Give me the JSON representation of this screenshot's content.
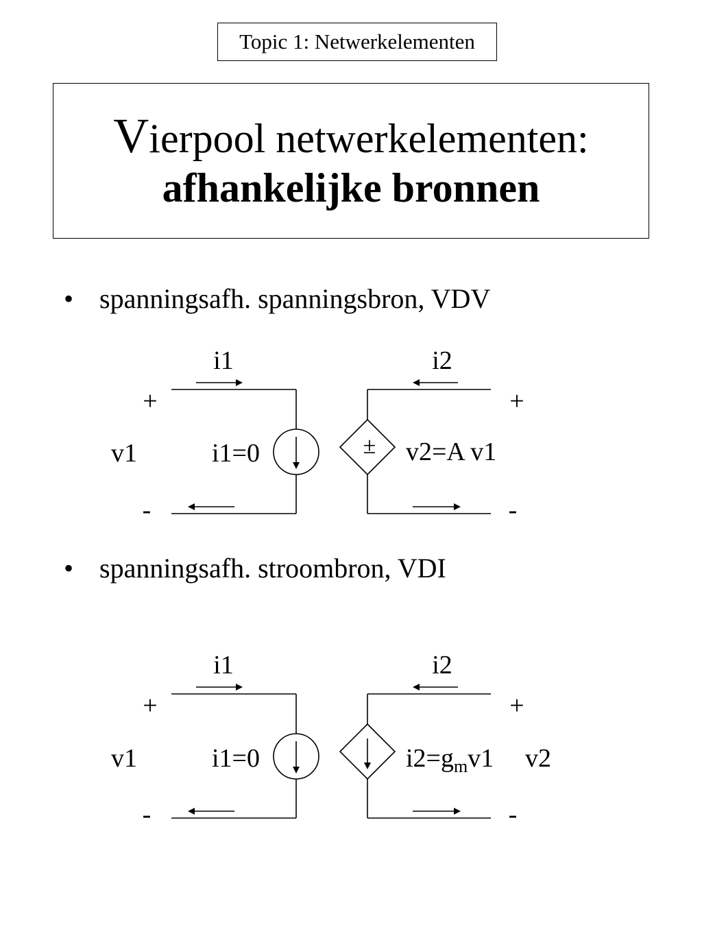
{
  "topic": "Topic 1: Netwerkelementen",
  "title": {
    "first_letter": "V",
    "line1_rest": "ierpool netwerkelementen:",
    "line2": "afhankelijke bronnen"
  },
  "bullet_char": "•",
  "sections": [
    {
      "bullet": "spanningsafh. spanningsbron, VDV",
      "labels": {
        "i1": "i1",
        "i2": "i2",
        "plus_left": "+",
        "plus_right": "+",
        "minus_left": "-",
        "minus_right": "-",
        "v1": "v1",
        "i1_zero": "i1=0",
        "source_symbol": "±",
        "relation": "v2=A v1"
      },
      "source_type": "dependent-voltage-source"
    },
    {
      "bullet": "spanningsafh. stroombron, VDI",
      "labels": {
        "i1": "i1",
        "i2": "i2",
        "plus_left": "+",
        "plus_right": "+",
        "minus_left": "-",
        "minus_right": "-",
        "v1": "v1",
        "i1_zero": "i1=0",
        "relation_prefix": "i2=g",
        "relation_sub": "m",
        "relation_suffix": "v1",
        "v2": "v2"
      },
      "source_type": "dependent-current-source"
    }
  ],
  "icons": [
    "down-arrow-icon",
    "right-arrow-icon",
    "left-arrow-icon",
    "diamond-source-icon",
    "circle-source-icon"
  ]
}
